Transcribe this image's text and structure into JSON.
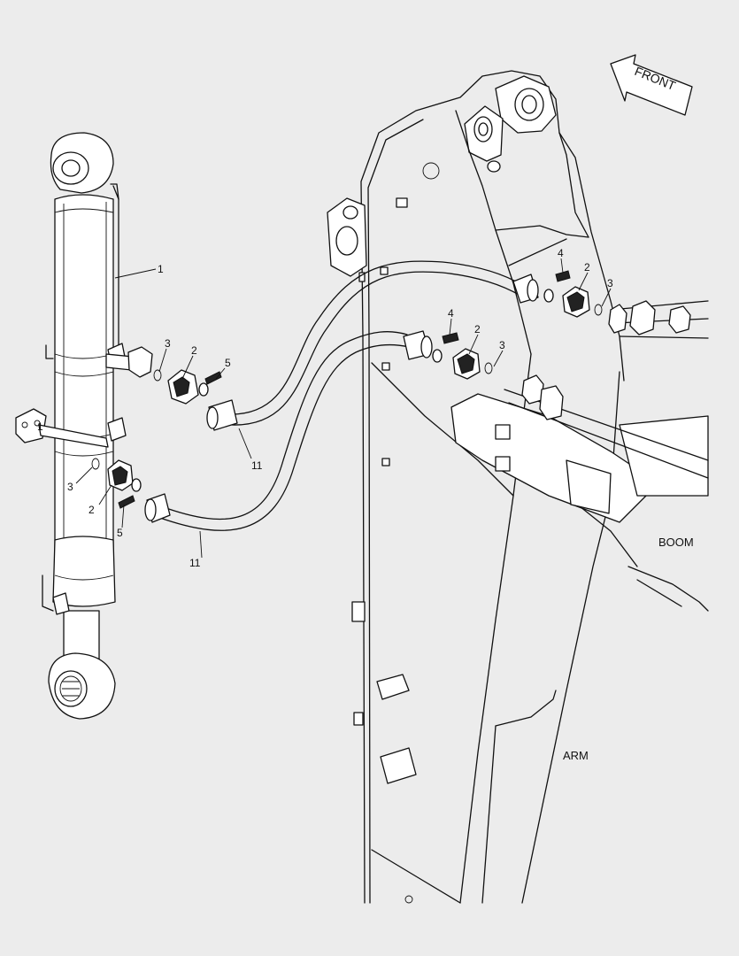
{
  "labels": {
    "front": "FRONT",
    "boom": "BOOM",
    "arm": "ARM"
  },
  "callouts": {
    "cylinder": "1",
    "flange_upper_left": "2",
    "oring_upper_left": "3",
    "bolt_upper_left": "5",
    "hose_upper": "11",
    "cylinder_lower_mark": "1",
    "oring_lower_left": "3",
    "flange_lower_left": "2",
    "bolt_lower_left": "5",
    "hose_lower": "11",
    "bolt_mid_right": "4",
    "flange_mid_right": "2",
    "oring_mid_right": "3",
    "bolt_upper_right": "4",
    "flange_upper_right": "2",
    "oring_upper_right": "3"
  }
}
